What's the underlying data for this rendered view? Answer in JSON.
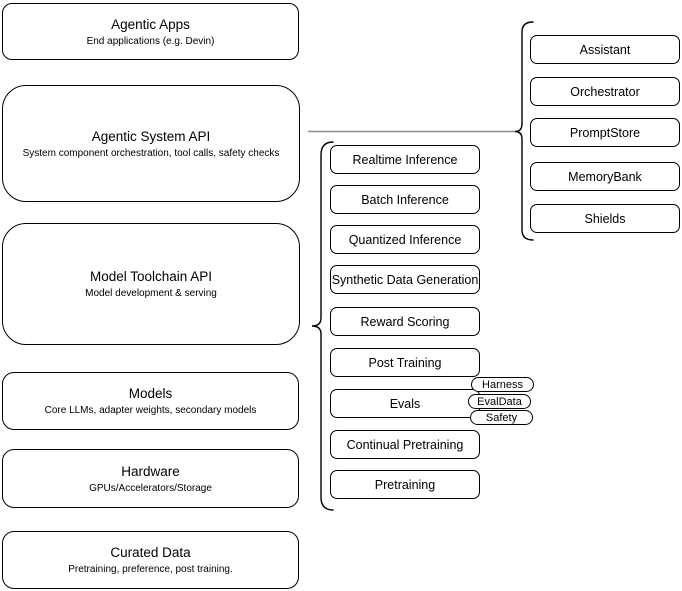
{
  "diagram": {
    "left_stack": [
      {
        "title": "Agentic Apps",
        "subtitle": "End applications (e.g. Devin)"
      },
      {
        "title": "Agentic System API",
        "subtitle": "System component orchestration, tool calls, safety checks"
      },
      {
        "title": "Model Toolchain API",
        "subtitle": "Model development & serving"
      },
      {
        "title": "Models",
        "subtitle": "Core LLMs, adapter weights, secondary models"
      },
      {
        "title": "Hardware",
        "subtitle": "GPUs/Accelerators/Storage"
      },
      {
        "title": "Curated Data",
        "subtitle": "Pretraining, preference, post training."
      }
    ],
    "model_toolchain_items": [
      "Realtime Inference",
      "Batch Inference",
      "Quantized Inference",
      "Synthetic Data Generation",
      "Reward Scoring",
      "Post Training",
      "Evals",
      "Continual Pretraining",
      "Pretraining"
    ],
    "evals_tags": [
      "Harness",
      "EvalData",
      "Safety"
    ],
    "agentic_system_components": [
      "Assistant",
      "Orchestrator",
      "PromptStore",
      "MemoryBank",
      "Shields"
    ],
    "colors": {
      "node_border": "#000000",
      "node_fill": "#ffffff",
      "connector": "#8c8c8c",
      "text": "#000000"
    }
  }
}
